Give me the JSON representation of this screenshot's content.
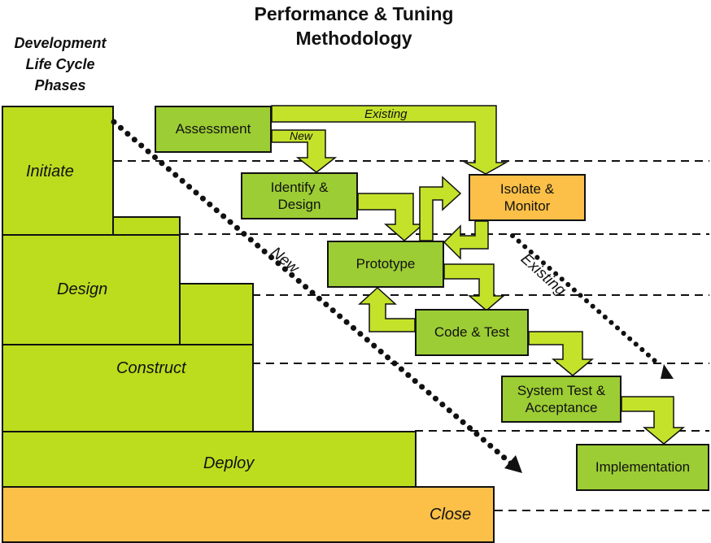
{
  "title": {
    "line1": "Performance & Tuning",
    "line2": "Methodology"
  },
  "side_title": {
    "line1": "Development",
    "line2": "Life Cycle",
    "line3": "Phases"
  },
  "phases": [
    {
      "label": "Initiate"
    },
    {
      "label": "Design"
    },
    {
      "label": "Construct"
    },
    {
      "label": "Deploy"
    },
    {
      "label": "Close"
    }
  ],
  "steps": {
    "assessment": "Assessment",
    "identify_design": {
      "line1": "Identify &",
      "line2": "Design"
    },
    "isolate_monitor": {
      "line1": "Isolate &",
      "line2": "Monitor"
    },
    "prototype": "Prototype",
    "code_test": "Code & Test",
    "system_test": {
      "line1": "System Test &",
      "line2": "Acceptance"
    },
    "implementation": "Implementation"
  },
  "arrow_labels": {
    "existing_top": "Existing",
    "new_small": "New",
    "new_diagonal": "New",
    "existing_diagonal": "Existing"
  },
  "colors": {
    "phase_green": "#bcdc1e",
    "step_green": "#9ccd34",
    "orange": "#fcc048",
    "arrow_fill": "#c4e22a",
    "outline": "#111111"
  }
}
